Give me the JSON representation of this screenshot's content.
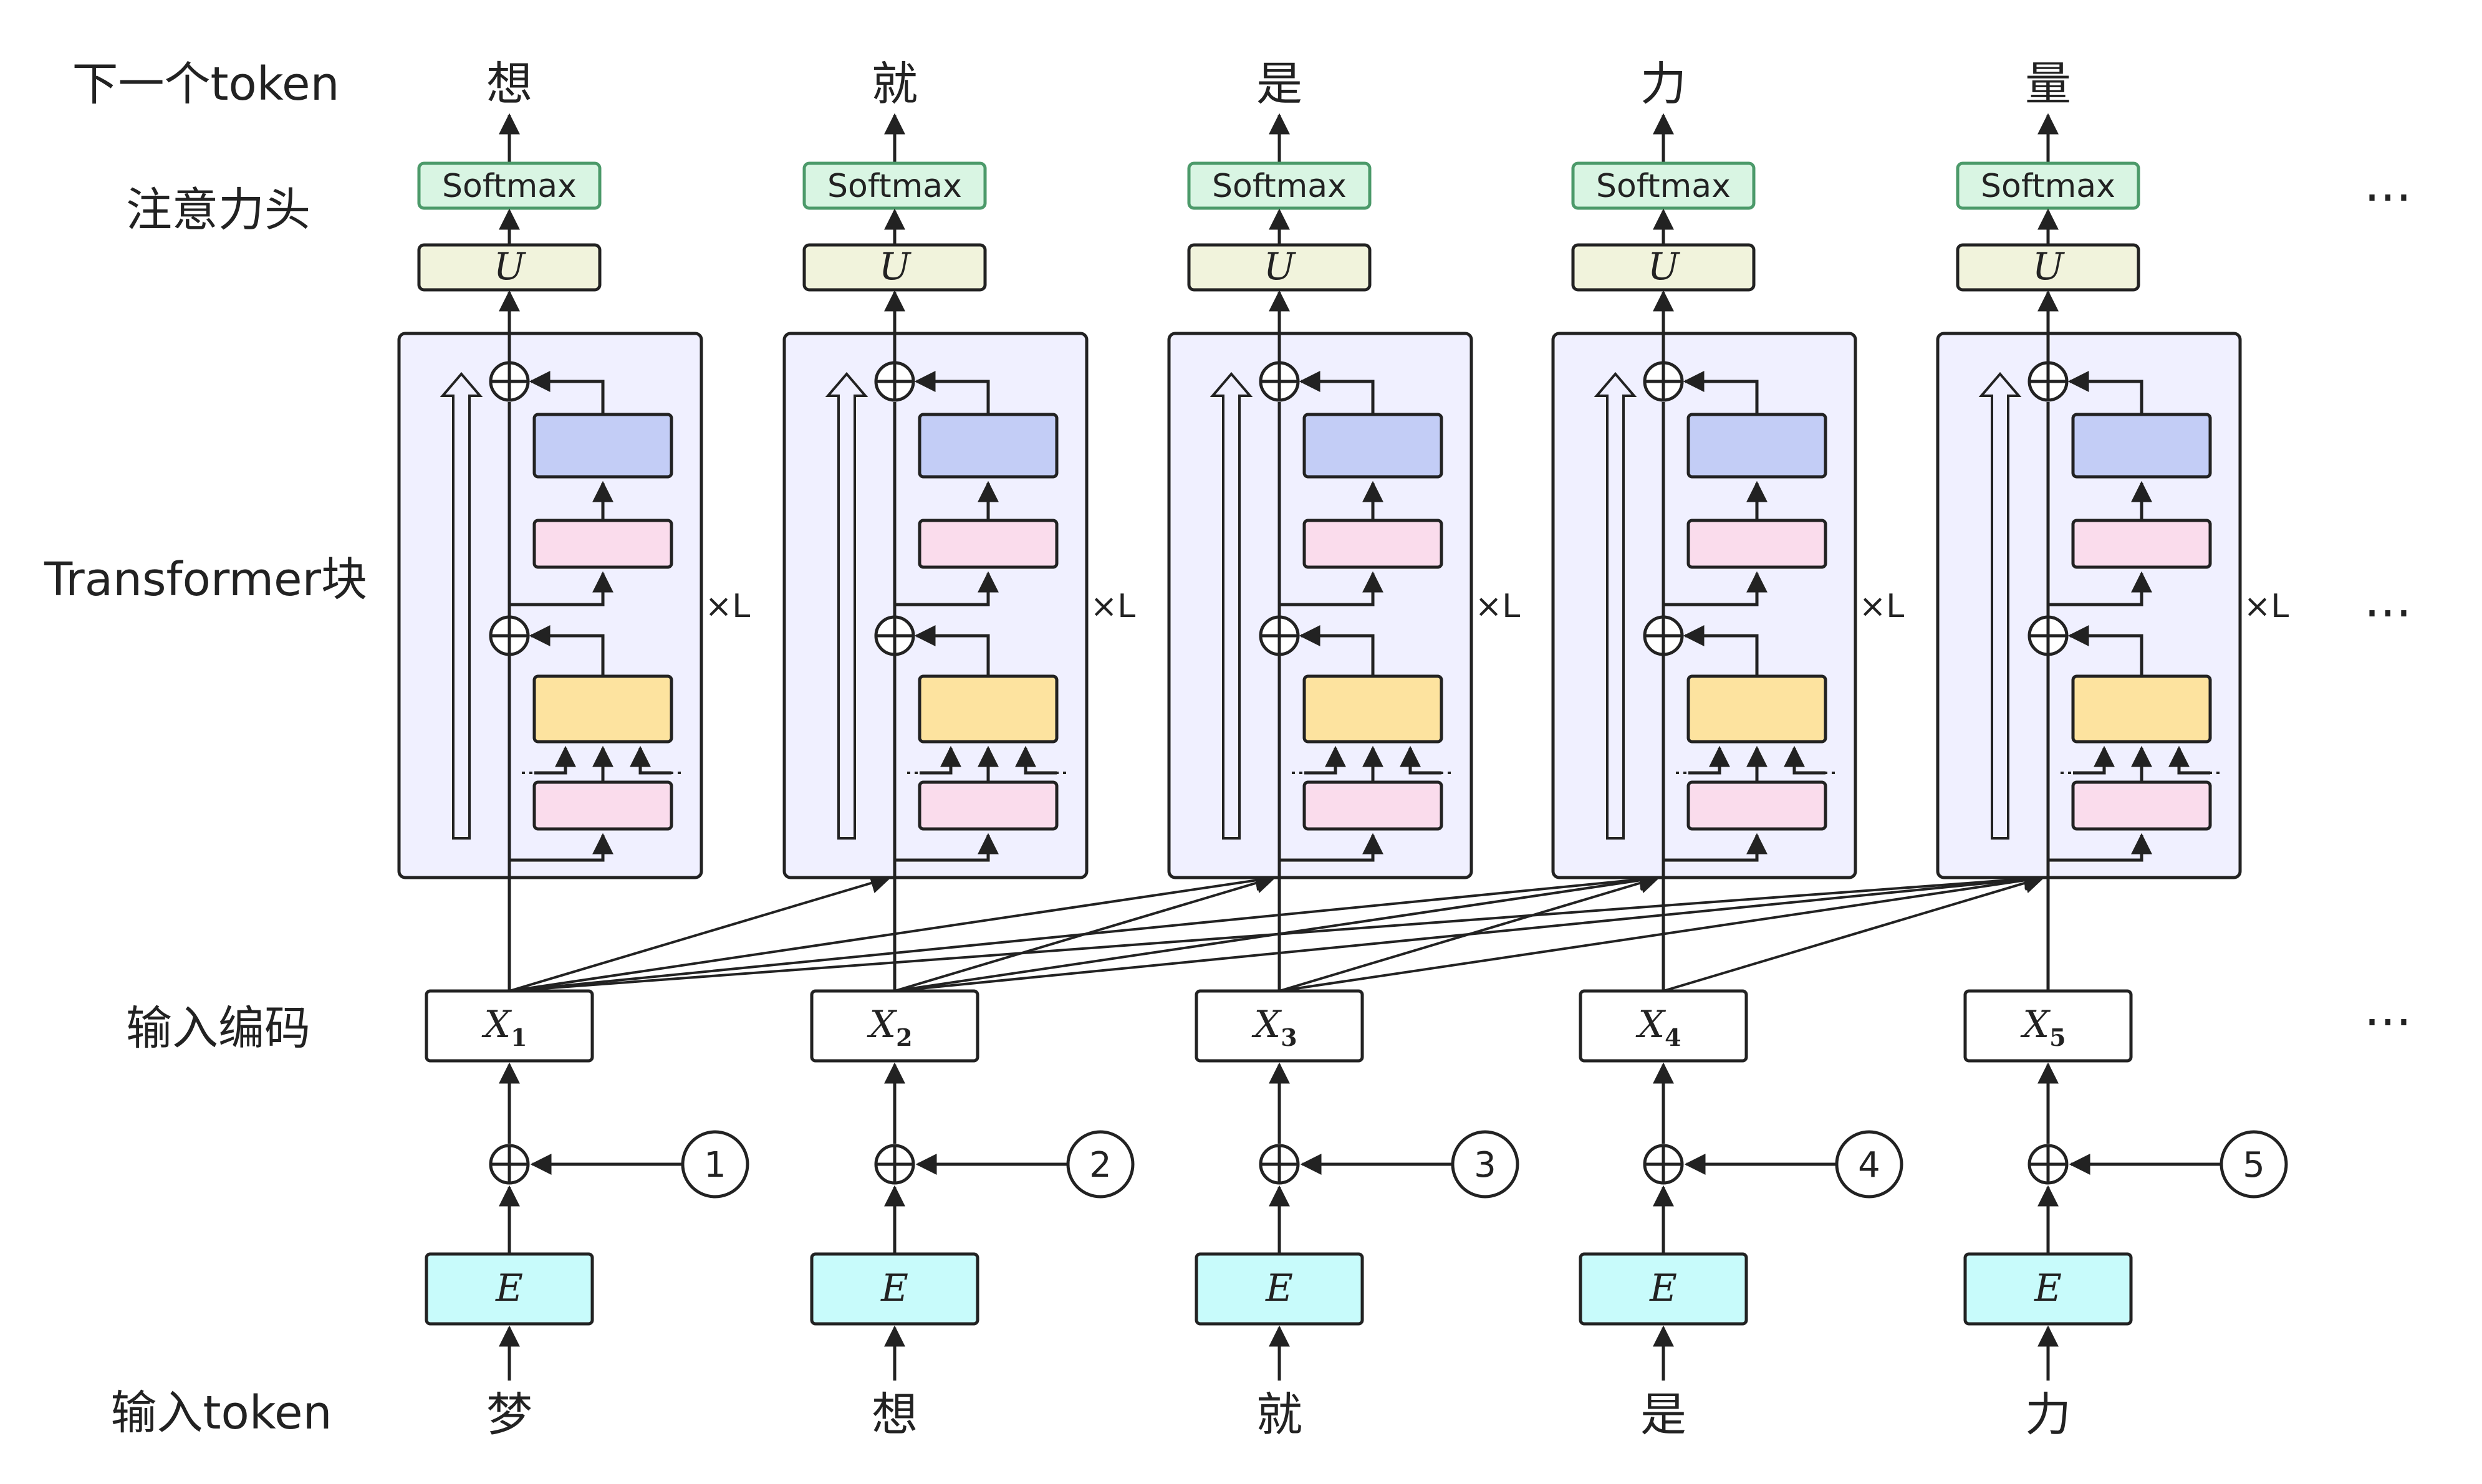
{
  "row_labels": {
    "next_token": "下一个token",
    "attention_head": "注意力头",
    "transformer_block": "Transformer块",
    "input_encoding": "输入编码",
    "input_token": "输入token"
  },
  "columns": [
    {
      "input_token": "梦",
      "next_token": "想",
      "position": "1",
      "encoding_letter": "X",
      "encoding_sub": "1"
    },
    {
      "input_token": "想",
      "next_token": "就",
      "position": "2",
      "encoding_letter": "X",
      "encoding_sub": "2"
    },
    {
      "input_token": "就",
      "next_token": "是",
      "position": "3",
      "encoding_letter": "X",
      "encoding_sub": "3"
    },
    {
      "input_token": "是",
      "next_token": "力",
      "position": "4",
      "encoding_letter": "X",
      "encoding_sub": "4"
    },
    {
      "input_token": "力",
      "next_token": "量",
      "position": "5",
      "encoding_letter": "X",
      "encoding_sub": "5"
    }
  ],
  "box_labels": {
    "softmax": "Softmax",
    "unembedding": "U",
    "embedding": "E",
    "repeat": "×L"
  },
  "ellipsis": "···",
  "colors": {
    "softmax_fill": "#d9f5e3",
    "softmax_stroke": "#4c9a6a",
    "unembed_fill": "#f1f3dc",
    "block_fill": "#f0f0ff",
    "ffn_fill": "#c3cdf6",
    "norm_fill": "#fadcec",
    "attn_fill": "#fde39f",
    "embed_fill": "#c8fbfb"
  }
}
